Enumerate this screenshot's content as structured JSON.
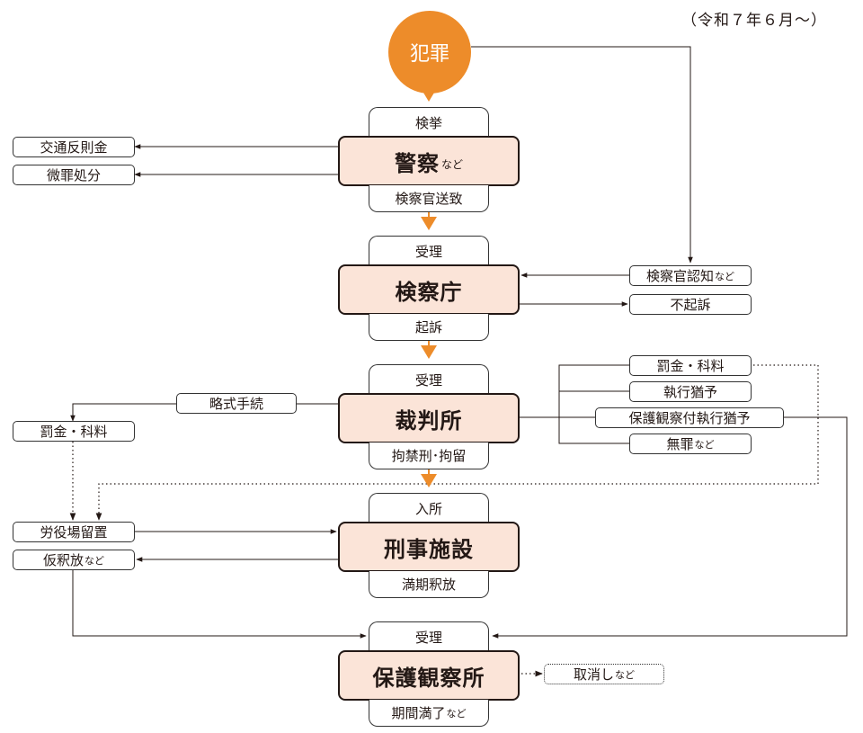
{
  "date_note": "（令和７年６月〜）",
  "crime": "犯罪",
  "police": {
    "top": "検挙",
    "name": "警察",
    "suffix": "など",
    "bottom": "検察官送致"
  },
  "police_side": [
    "交通反則金",
    "微罪処分"
  ],
  "prosecutor": {
    "top": "受理",
    "name": "検察庁",
    "bottom": "起訴"
  },
  "prosecutor_side": {
    "cognizance": "検察官認知",
    "cognizance_suffix": "など",
    "non_prosecution": "不起訴"
  },
  "court": {
    "top": "受理",
    "name": "裁判所",
    "bottom": "拘禁刑･拘留"
  },
  "summary": {
    "procedure": "略式手続",
    "fine": "罰金・科料"
  },
  "court_side": {
    "fine": "罰金・科料",
    "suspended": "執行猶予",
    "probation_suspended": "保護観察付執行猶予",
    "acquittal": "無罪",
    "acquittal_suffix": "など"
  },
  "facility": {
    "top": "入所",
    "name": "刑事施設",
    "bottom": "満期釈放"
  },
  "facility_side": {
    "workhouse": "労役場留置",
    "parole": "仮釈放",
    "parole_suffix": "など"
  },
  "probation": {
    "top": "受理",
    "name": "保護観察所",
    "bottom": "期間満了",
    "bottom_suffix": "など"
  },
  "probation_side": {
    "revocation": "取消し",
    "revocation_suffix": "など"
  },
  "colors": {
    "accent": "#ed8c2a",
    "box_fill": "#fbe4d8",
    "line": "#231815"
  }
}
